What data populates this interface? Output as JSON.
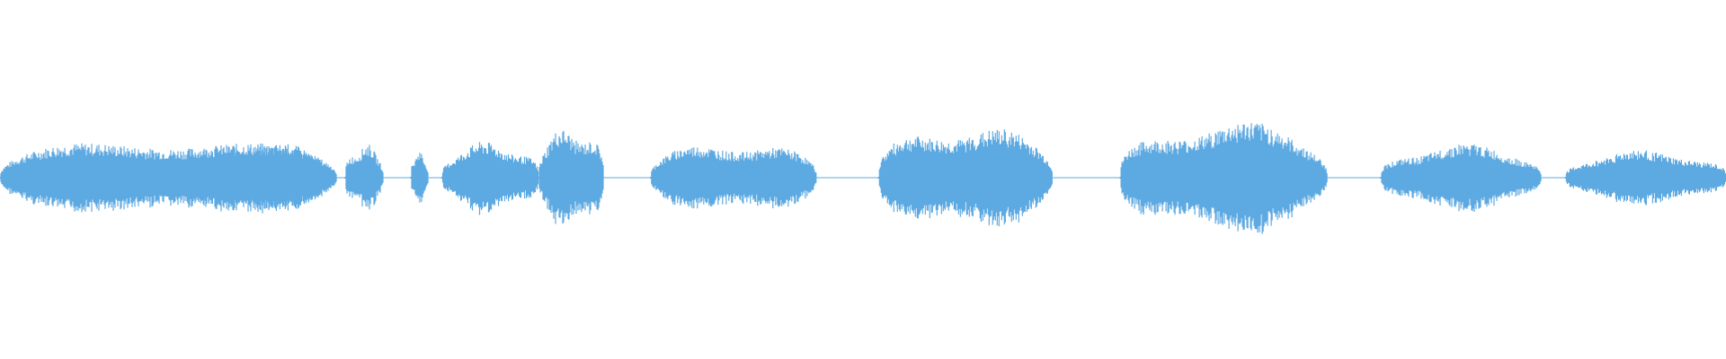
{
  "waveform": {
    "color": "#5DA9E1",
    "background": "#FFFFFF",
    "segments": [
      {
        "start": 0.0,
        "end": 0.195,
        "level": 0.19
      },
      {
        "start": 0.108,
        "end": 0.192,
        "level": 0.17
      },
      {
        "start": 0.2,
        "end": 0.222,
        "level": 0.16
      },
      {
        "start": 0.238,
        "end": 0.248,
        "level": 0.13
      },
      {
        "start": 0.256,
        "end": 0.312,
        "level": 0.17
      },
      {
        "start": 0.312,
        "end": 0.35,
        "level": 0.24
      },
      {
        "start": 0.377,
        "end": 0.473,
        "level": 0.17
      },
      {
        "start": 0.509,
        "end": 0.61,
        "level": 0.25
      },
      {
        "start": 0.649,
        "end": 0.769,
        "level": 0.27
      },
      {
        "start": 0.8,
        "end": 0.893,
        "level": 0.16
      },
      {
        "start": 0.907,
        "end": 1.0,
        "level": 0.13
      }
    ]
  }
}
